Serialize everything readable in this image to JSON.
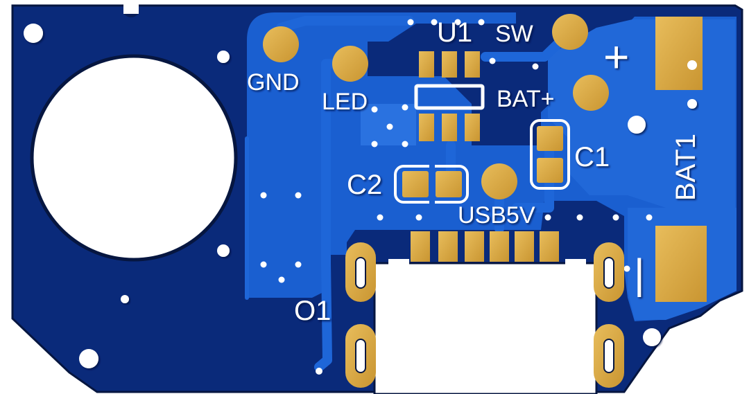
{
  "board": {
    "colors": {
      "substrate": "#0a2a7a",
      "copper_pour": "#1a5fd0",
      "copper_pour_light": "#2a72e0",
      "trace": "#1e66d8",
      "pad": "#e0b14a",
      "pad_dark": "#c9982f",
      "silkscreen": "#ffffff",
      "cutout": "#ffffff",
      "shadow": "#061640"
    }
  },
  "labels": {
    "u1": "U1",
    "sw": "SW",
    "gnd": "GND",
    "led": "LED",
    "bat_plus": "BAT+",
    "c1": "C1",
    "c2": "C2",
    "usb5v": "USB5V",
    "o1": "O1",
    "bat1": "BAT1",
    "plus": "+",
    "minus": "|"
  }
}
